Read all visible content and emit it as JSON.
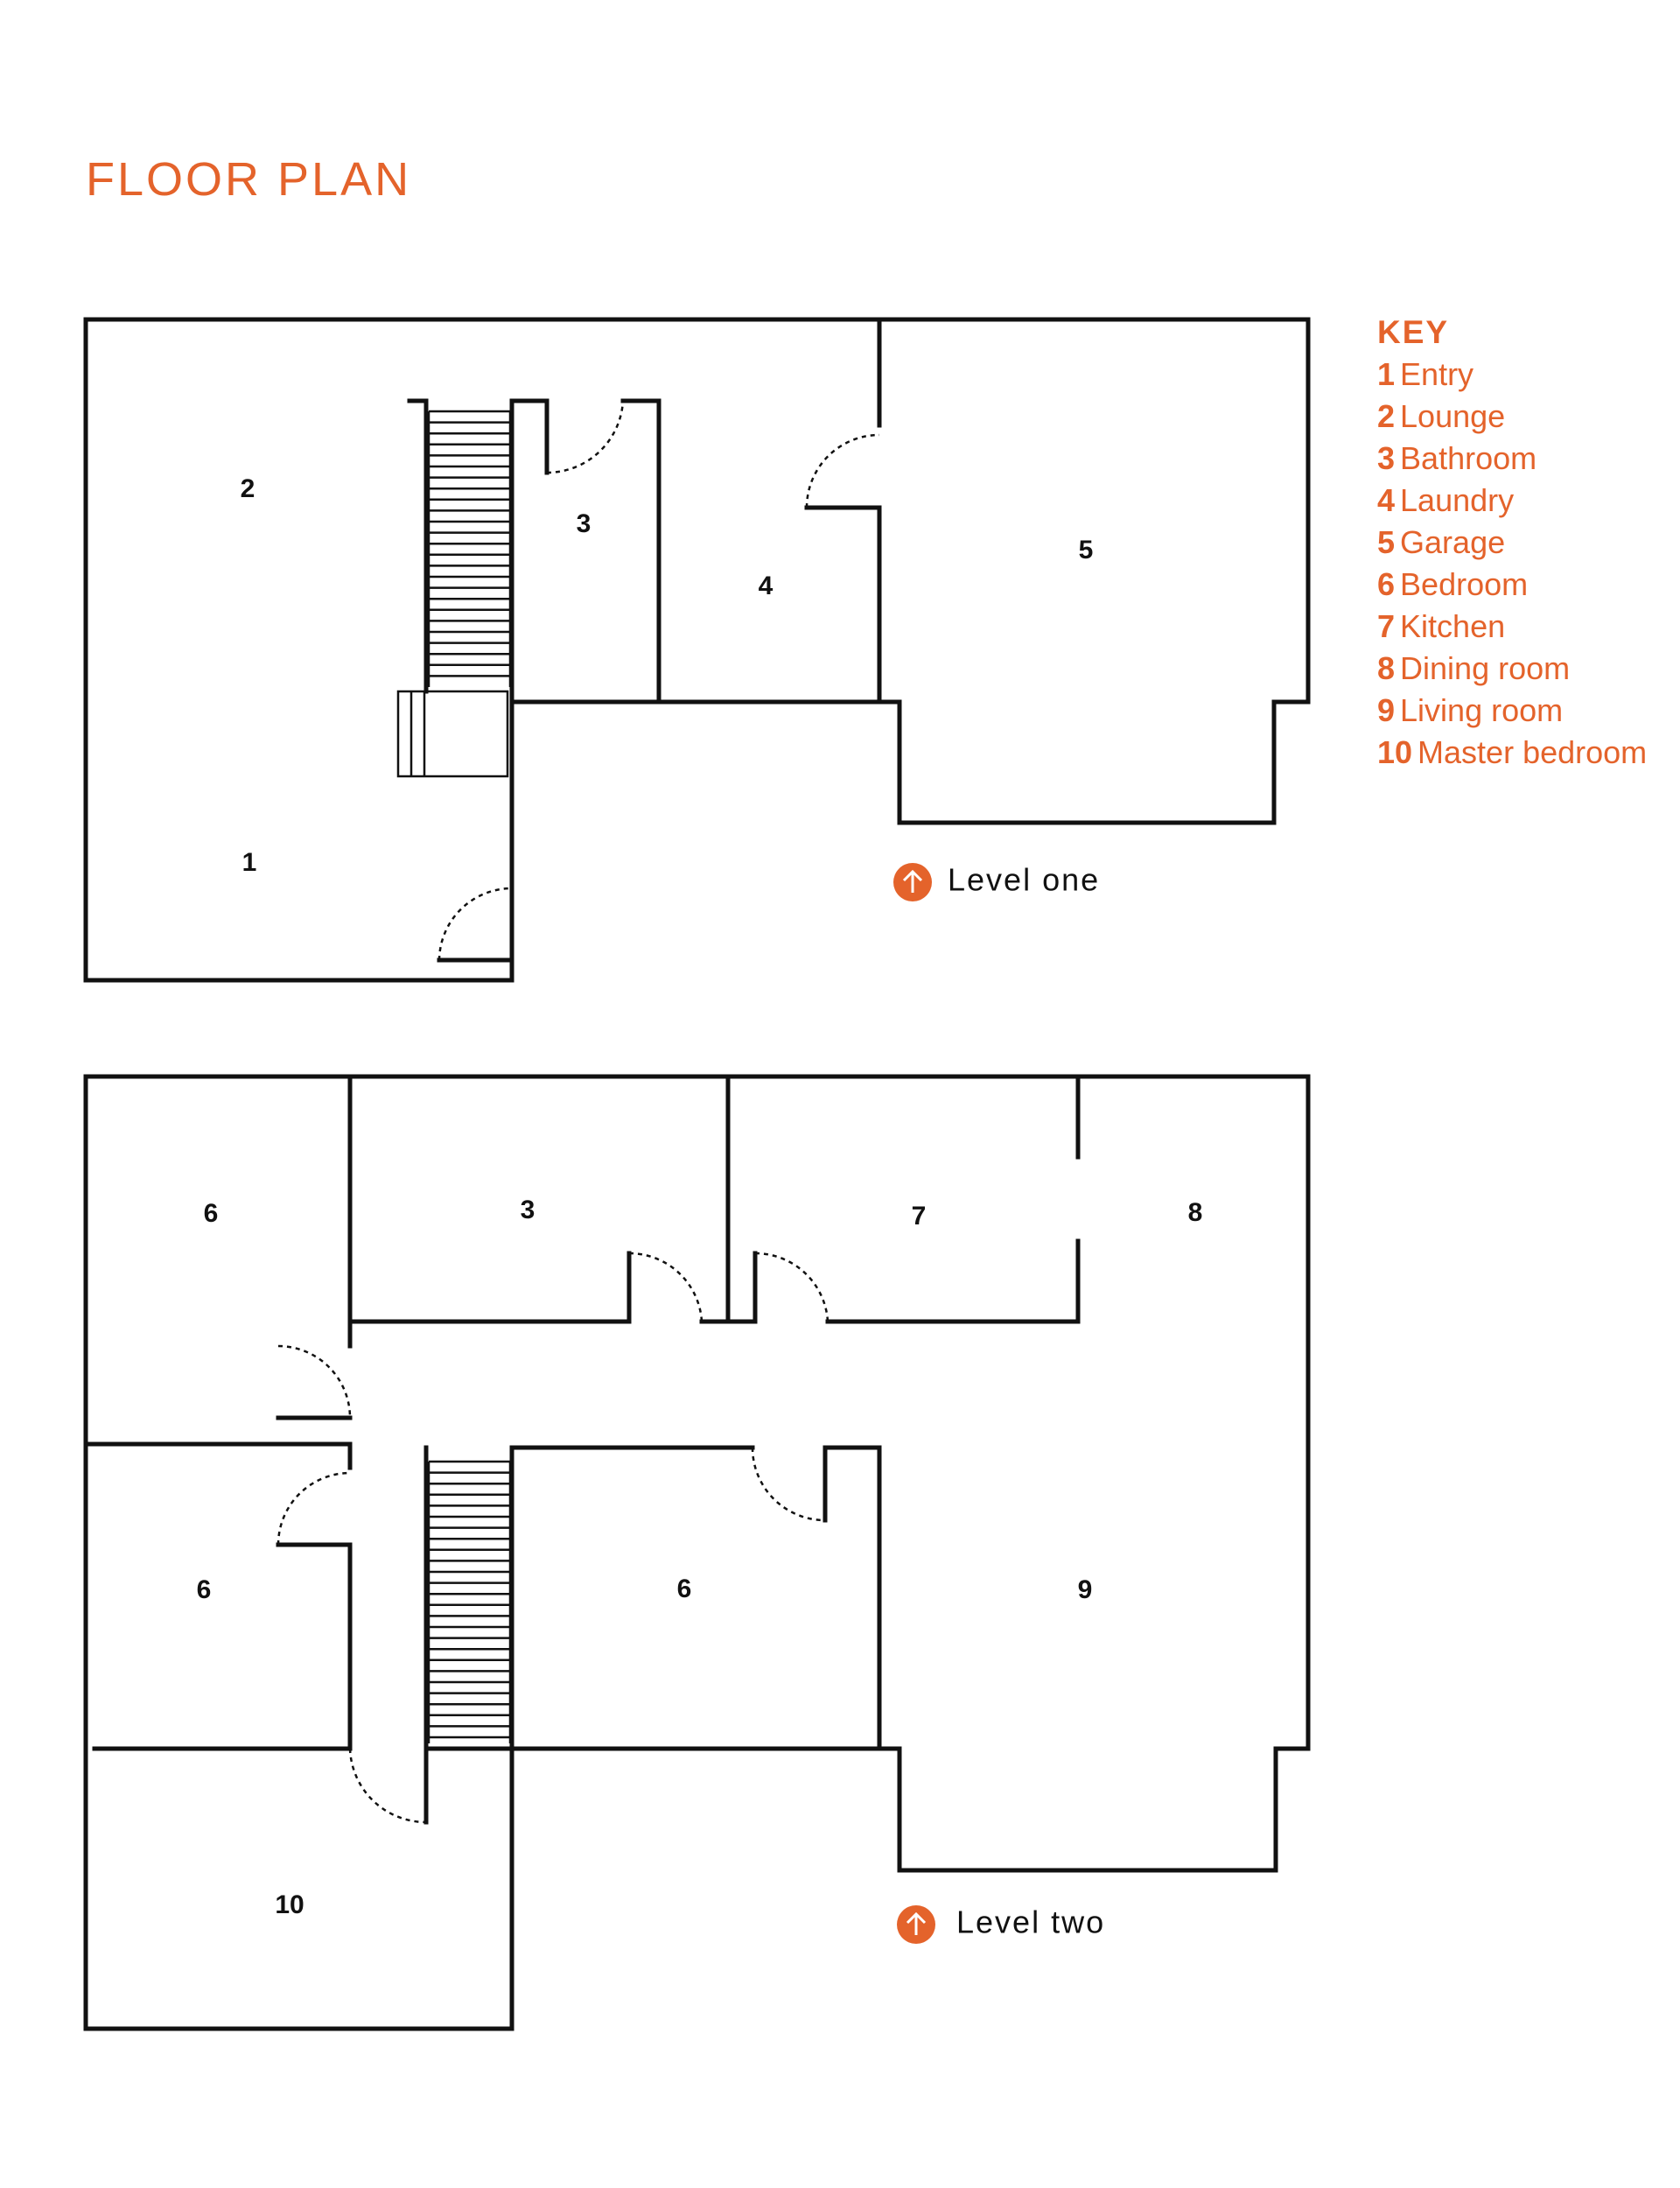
{
  "title": "FLOOR PLAN",
  "key": {
    "title": "KEY",
    "items": [
      {
        "num": "1",
        "label": "Entry"
      },
      {
        "num": "2",
        "label": "Lounge"
      },
      {
        "num": "3",
        "label": "Bathroom"
      },
      {
        "num": "4",
        "label": "Laundry"
      },
      {
        "num": "5",
        "label": "Garage"
      },
      {
        "num": "6",
        "label": "Bedroom"
      },
      {
        "num": "7",
        "label": "Kitchen"
      },
      {
        "num": "8",
        "label": "Dining room"
      },
      {
        "num": "9",
        "label": "Living room"
      },
      {
        "num": "10",
        "label": "Master bedroom"
      }
    ]
  },
  "level_one": {
    "label": "Level one",
    "rooms": {
      "entry": "1",
      "lounge": "2",
      "bathroom": "3",
      "laundry": "4",
      "garage": "5"
    }
  },
  "level_two": {
    "label": "Level two",
    "rooms": {
      "bedroom_a": "6",
      "bathroom": "3",
      "kitchen": "7",
      "dining": "8",
      "bedroom_b": "6",
      "bedroom_c": "6",
      "living": "9",
      "master": "10"
    }
  },
  "colors": {
    "accent": "#e4632b",
    "walls": "#111111",
    "background": "#ffffff"
  },
  "icons": {
    "level_marker": "north-arrow-icon"
  }
}
